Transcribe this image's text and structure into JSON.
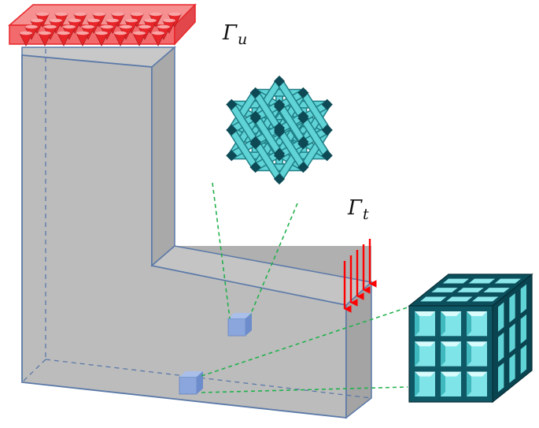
{
  "labels": {
    "gamma_u": {
      "symbol": "Γ",
      "subscript": "u"
    },
    "gamma_t": {
      "symbol": "Γ",
      "subscript": "t"
    }
  },
  "colors": {
    "body_fill": "#b8b8b8",
    "body_edge": "#5b79a8",
    "support_red": "#e8262a",
    "support_fill": "#f07e80",
    "load_arrow": "#ff0000",
    "lattice_cyan": "#5fd3d6",
    "lattice_dark": "#0d4a56",
    "cube_face": "#0f5866",
    "cube_hole": "#7fe4e8",
    "sample_cube": "#8aa6dc",
    "connector": "#22b14c"
  }
}
